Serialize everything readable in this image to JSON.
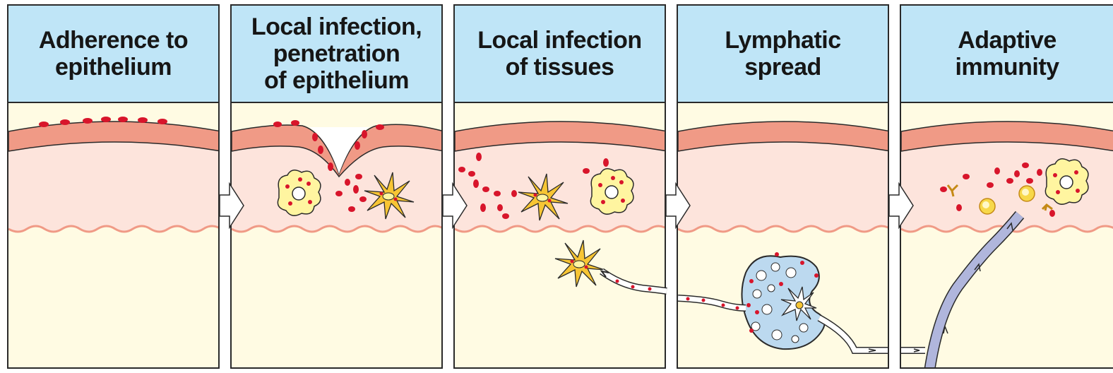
{
  "panels": [
    {
      "title_lines": [
        "Adherence to",
        "epithelium"
      ]
    },
    {
      "title_lines": [
        "Local infection,",
        "penetration",
        "of epithelium"
      ]
    },
    {
      "title_lines": [
        "Local infection",
        "of tissues"
      ]
    },
    {
      "title_lines": [
        "Lymphatic",
        "spread"
      ]
    },
    {
      "title_lines": [
        "Adaptive",
        "immunity"
      ]
    }
  ],
  "colors": {
    "header": "#bfe5f7",
    "epithelium": "#f09a86",
    "dermis": "#fde4dc",
    "deep_tissue": "#fffbe3",
    "bacteria": "#d8152b",
    "phagocyte": "#fff5a0",
    "dendritic_cell": "#f7c534",
    "lymph_node": "#bcd9ef",
    "vessel": "#b0b6dc",
    "outline": "#2a2a2a"
  },
  "icons": [
    "right-arrow-icon"
  ]
}
